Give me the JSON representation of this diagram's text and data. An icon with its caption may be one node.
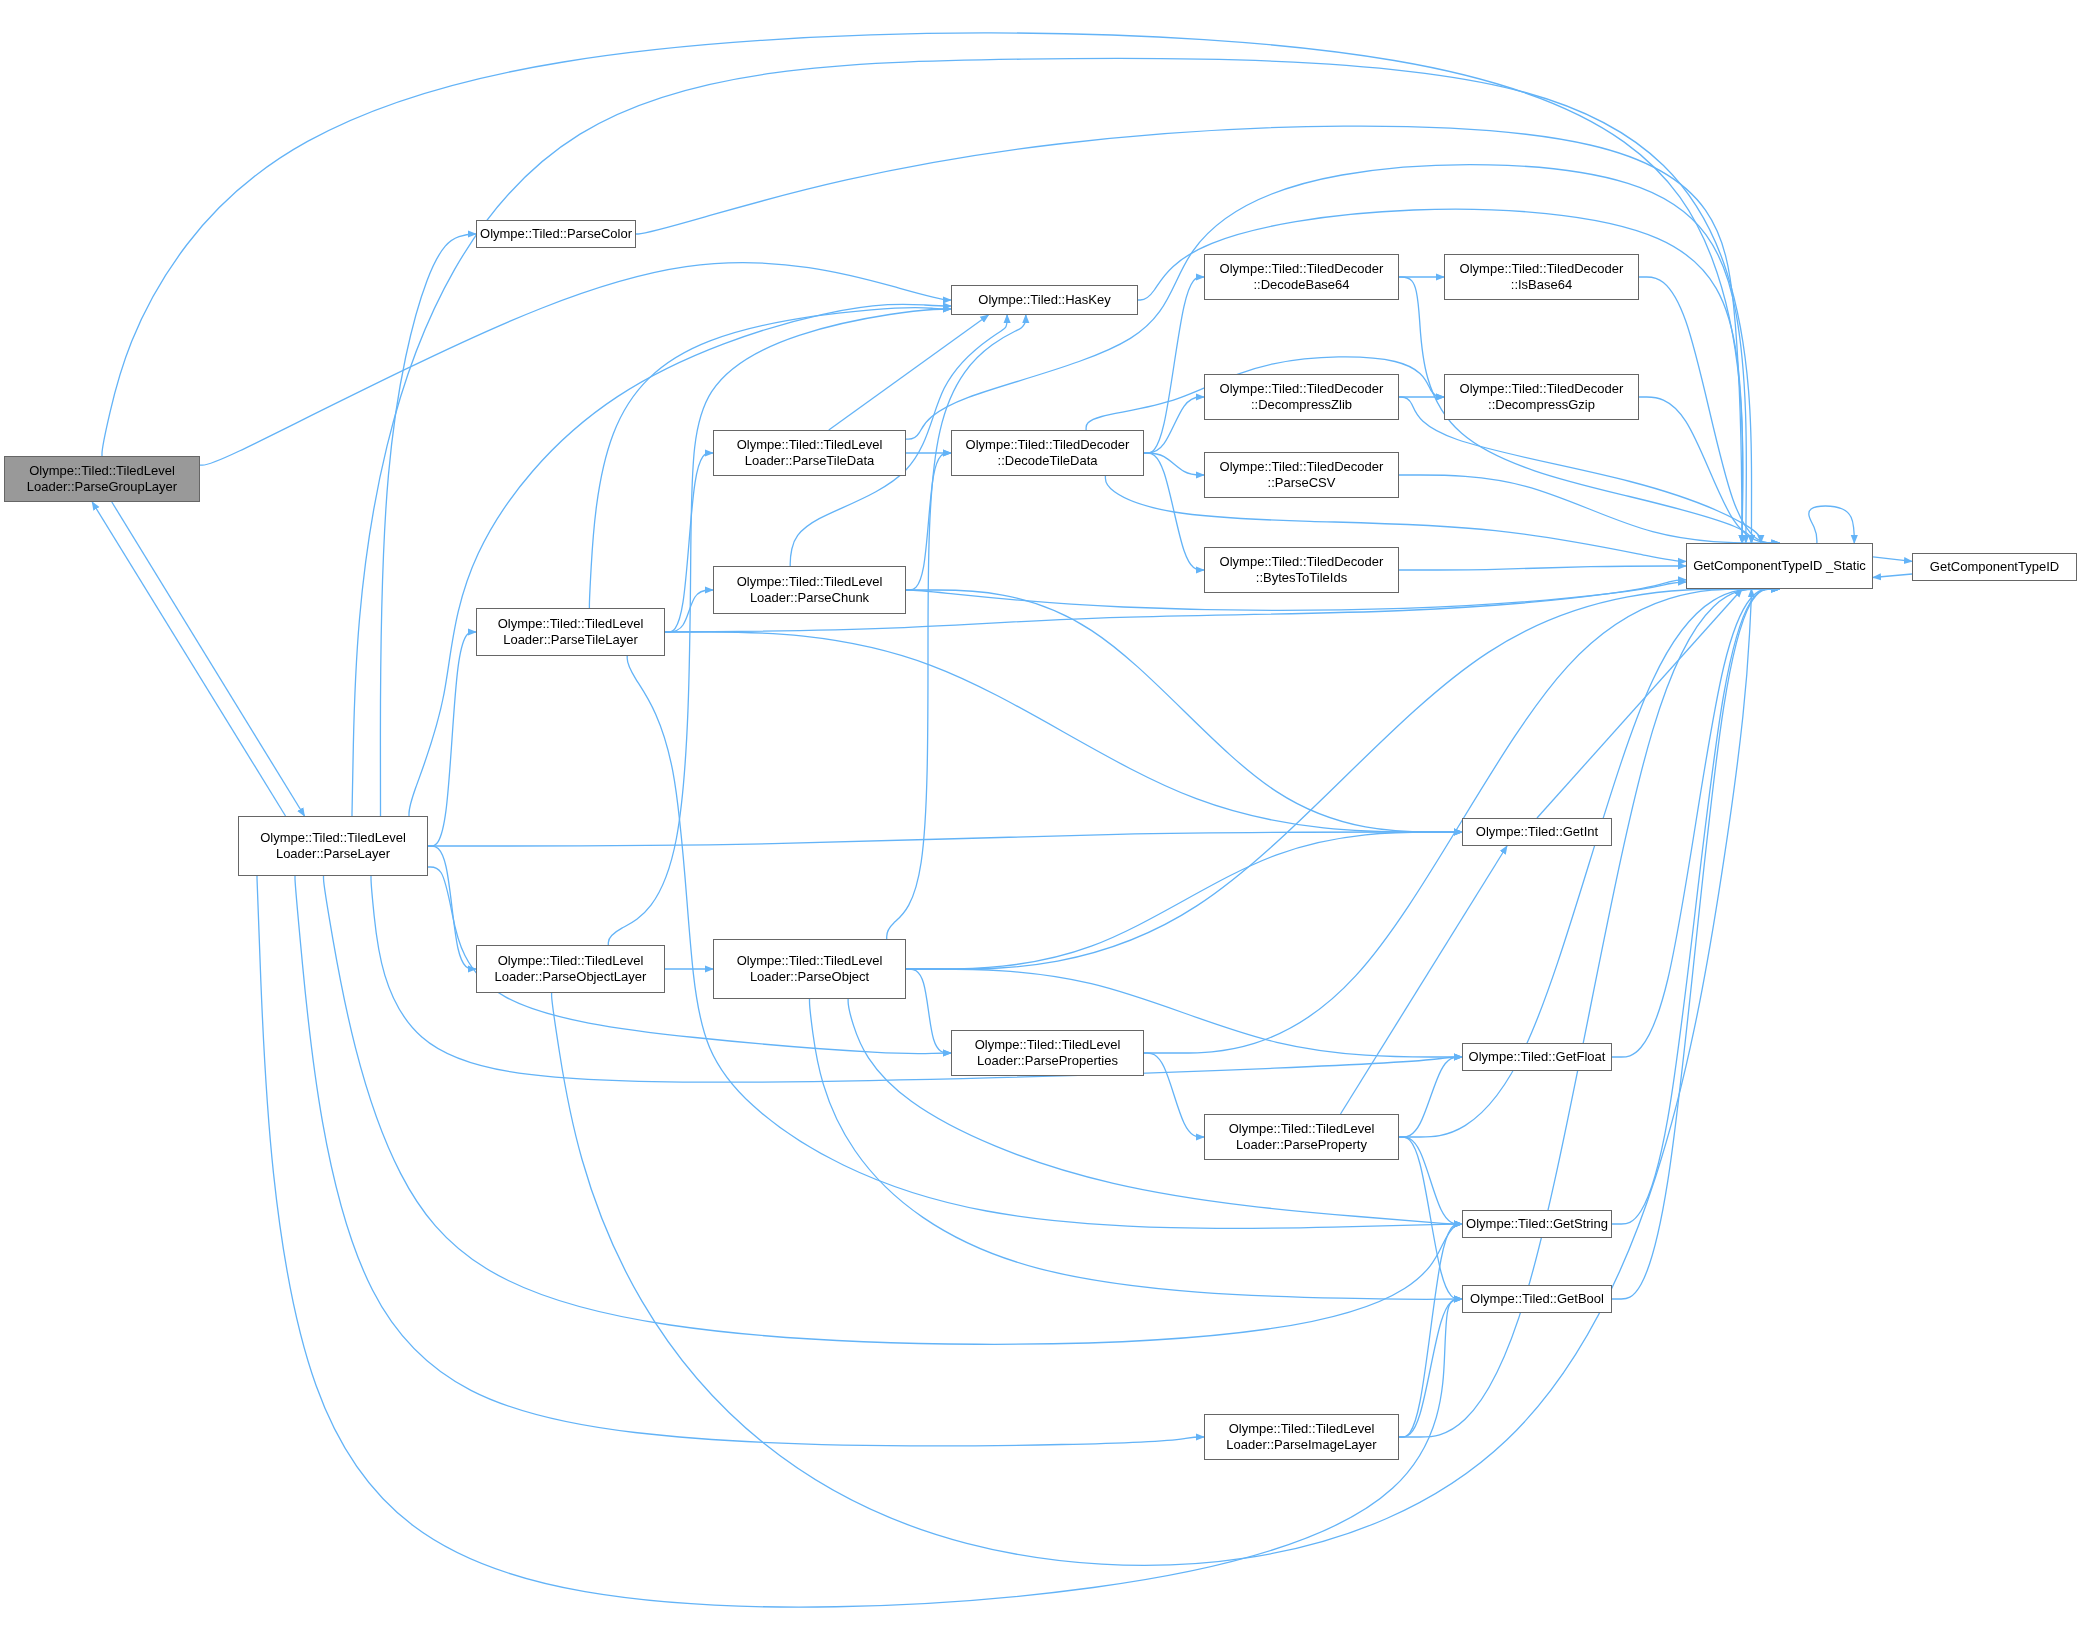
{
  "diagram": {
    "nodes": [
      {
        "text": [
          "Olympe::Tiled::TiledLevel Loader::ParseGroupLayer"
        ]
      },
      {
        "text": [
          "Olympe::Tiled::TiledLevel Loader::ParseLayer"
        ]
      },
      {
        "text": [
          "Olympe::Tiled::ParseColor"
        ]
      },
      {
        "text": [
          "Olympe::Tiled::HasKey"
        ]
      },
      {
        "text": [
          "Olympe::Tiled::TiledLevel Loader::ParseTileData"
        ]
      },
      {
        "text": [
          "Olympe::Tiled::TiledLevel Loader::ParseTileLayer"
        ]
      },
      {
        "text": [
          "Olympe::Tiled::TiledLevel Loader::ParseChunk"
        ]
      },
      {
        "text": [
          "Olympe::Tiled::TiledDecoder ::DecodeTileData"
        ]
      },
      {
        "text": [
          "Olympe::Tiled::TiledDecoder ::DecodeBase64"
        ]
      },
      {
        "text": [
          "Olympe::Tiled::TiledDecoder ::IsBase64"
        ]
      },
      {
        "text": [
          "Olympe::Tiled::TiledDecoder ::DecompressZlib"
        ]
      },
      {
        "text": [
          "Olympe::Tiled::TiledDecoder ::DecompressGzip"
        ]
      },
      {
        "text": [
          "Olympe::Tiled::TiledDecoder ::ParseCSV"
        ]
      },
      {
        "text": [
          "Olympe::Tiled::TiledDecoder ::BytesToTileIds"
        ]
      },
      {
        "text": [
          "GetComponentTypeID _Static"
        ]
      },
      {
        "text": [
          "GetComponentTypeID"
        ]
      },
      {
        "text": [
          "Olympe::Tiled::GetInt"
        ]
      },
      {
        "text": [
          "Olympe::Tiled::TiledLevel Loader::ParseObjectLayer"
        ]
      },
      {
        "text": [
          "Olympe::Tiled::TiledLevel Loader::ParseObject"
        ]
      },
      {
        "text": [
          "Olympe::Tiled::TiledLevel Loader::ParseProperties"
        ]
      },
      {
        "text": [
          "Olympe::Tiled::GetFloat"
        ]
      },
      {
        "text": [
          "Olympe::Tiled::TiledLevel Loader::ParseProperty"
        ]
      },
      {
        "text": [
          "Olympe::Tiled::GetString"
        ]
      },
      {
        "text": [
          "Olympe::Tiled::GetBool"
        ]
      },
      {
        "text": [
          "Olympe::Tiled::TiledLevel Loader::ParseImageLayer"
        ]
      }
    ],
    "edges": [
      {
        "from": 0,
        "to": 14,
        "arrow": "to"
      },
      {
        "from": 0,
        "to": 3,
        "arrow": "to"
      },
      {
        "from": 0,
        "to": 1,
        "arrow": "to"
      },
      {
        "from": 1,
        "to": 0,
        "arrow": "to"
      },
      {
        "from": 1,
        "to": 14,
        "arrow": "to"
      },
      {
        "from": 1,
        "to": 2,
        "arrow": "to"
      },
      {
        "from": 1,
        "to": 3,
        "arrow": "to"
      },
      {
        "from": 1,
        "to": 5,
        "arrow": "to"
      },
      {
        "from": 1,
        "to": 16,
        "arrow": "to"
      },
      {
        "from": 1,
        "to": 17,
        "arrow": "to"
      },
      {
        "from": 1,
        "to": 19,
        "arrow": "to"
      },
      {
        "from": 1,
        "to": 20,
        "arrow": "to"
      },
      {
        "from": 1,
        "to": 22,
        "arrow": "to"
      },
      {
        "from": 1,
        "to": 24,
        "arrow": "to"
      },
      {
        "from": 1,
        "to": 23,
        "arrow": "to"
      },
      {
        "from": 2,
        "to": 14,
        "arrow": "to"
      },
      {
        "from": 3,
        "to": 14,
        "arrow": "to"
      },
      {
        "from": 5,
        "to": 3,
        "arrow": "to"
      },
      {
        "from": 5,
        "to": 4,
        "arrow": "to"
      },
      {
        "from": 5,
        "to": 6,
        "arrow": "to"
      },
      {
        "from": 5,
        "to": 14,
        "arrow": "to"
      },
      {
        "from": 5,
        "to": 16,
        "arrow": "to"
      },
      {
        "from": 5,
        "to": 22,
        "arrow": "to"
      },
      {
        "from": 4,
        "to": 3,
        "arrow": "to"
      },
      {
        "from": 4,
        "to": 7,
        "arrow": "to"
      },
      {
        "from": 4,
        "to": 14,
        "arrow": "to"
      },
      {
        "from": 6,
        "to": 3,
        "arrow": "to"
      },
      {
        "from": 6,
        "to": 7,
        "arrow": "to"
      },
      {
        "from": 6,
        "to": 14,
        "arrow": "to"
      },
      {
        "from": 6,
        "to": 16,
        "arrow": "to"
      },
      {
        "from": 7,
        "to": 8,
        "arrow": "to"
      },
      {
        "from": 7,
        "to": 11,
        "arrow": "to"
      },
      {
        "from": 7,
        "to": 10,
        "arrow": "to"
      },
      {
        "from": 7,
        "to": 12,
        "arrow": "to"
      },
      {
        "from": 7,
        "to": 13,
        "arrow": "to"
      },
      {
        "from": 7,
        "to": 14,
        "arrow": "to"
      },
      {
        "from": 8,
        "to": 9,
        "arrow": "to"
      },
      {
        "from": 8,
        "to": 14,
        "arrow": "to"
      },
      {
        "from": 9,
        "to": 14,
        "arrow": "to"
      },
      {
        "from": 10,
        "to": 11,
        "arrow": "to"
      },
      {
        "from": 10,
        "to": 14,
        "arrow": "to"
      },
      {
        "from": 11,
        "to": 14,
        "arrow": "to"
      },
      {
        "from": 12,
        "to": 14,
        "arrow": "to"
      },
      {
        "from": 13,
        "to": 14,
        "arrow": "to"
      },
      {
        "from": 14,
        "to": 14,
        "arrow": "to"
      },
      {
        "from": 14,
        "to": 15,
        "arrow": "to"
      },
      {
        "from": 15,
        "to": 14,
        "arrow": "to"
      },
      {
        "from": 16,
        "to": 14,
        "arrow": "to"
      },
      {
        "from": 17,
        "to": 3,
        "arrow": "to"
      },
      {
        "from": 17,
        "to": 18,
        "arrow": "to"
      },
      {
        "from": 17,
        "to": 14,
        "arrow": "to"
      },
      {
        "from": 18,
        "to": 3,
        "arrow": "to"
      },
      {
        "from": 18,
        "to": 16,
        "arrow": "to"
      },
      {
        "from": 18,
        "to": 14,
        "arrow": "to"
      },
      {
        "from": 18,
        "to": 19,
        "arrow": "to"
      },
      {
        "from": 18,
        "to": 20,
        "arrow": "to"
      },
      {
        "from": 18,
        "to": 22,
        "arrow": "to"
      },
      {
        "from": 18,
        "to": 23,
        "arrow": "to"
      },
      {
        "from": 19,
        "to": 14,
        "arrow": "to"
      },
      {
        "from": 19,
        "to": 21,
        "arrow": "to"
      },
      {
        "from": 21,
        "to": 16,
        "arrow": "to"
      },
      {
        "from": 21,
        "to": 20,
        "arrow": "to"
      },
      {
        "from": 21,
        "to": 14,
        "arrow": "to"
      },
      {
        "from": 21,
        "to": 22,
        "arrow": "to"
      },
      {
        "from": 21,
        "to": 23,
        "arrow": "to"
      },
      {
        "from": 20,
        "to": 14,
        "arrow": "to"
      },
      {
        "from": 22,
        "to": 14,
        "arrow": "to"
      },
      {
        "from": 23,
        "to": 14,
        "arrow": "to"
      },
      {
        "from": 24,
        "to": 22,
        "arrow": "to"
      },
      {
        "from": 24,
        "to": 23,
        "arrow": "to"
      },
      {
        "from": 24,
        "to": 14,
        "arrow": "to"
      }
    ]
  }
}
